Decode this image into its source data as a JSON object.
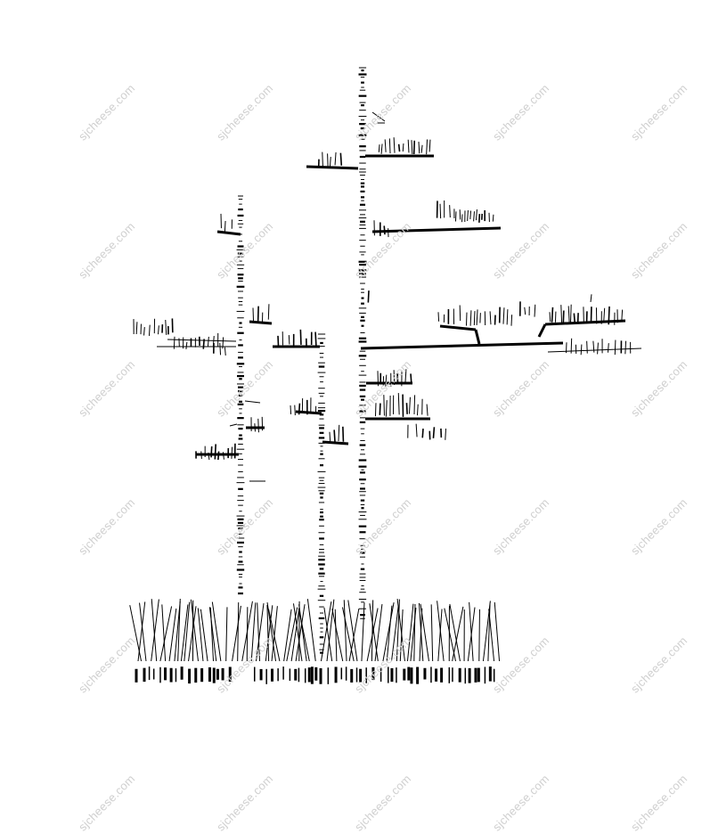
{
  "watermark": {
    "text": "sjcheese.com",
    "color": "#cfcfcf"
  },
  "drawing": {
    "subject": "bamboo-elevation-sketch",
    "ink_color": "#000000",
    "stems": [
      "left-stem",
      "middle-stem",
      "tall-stem"
    ],
    "ground": [
      "grass-band",
      "ground-stubble-band"
    ]
  }
}
